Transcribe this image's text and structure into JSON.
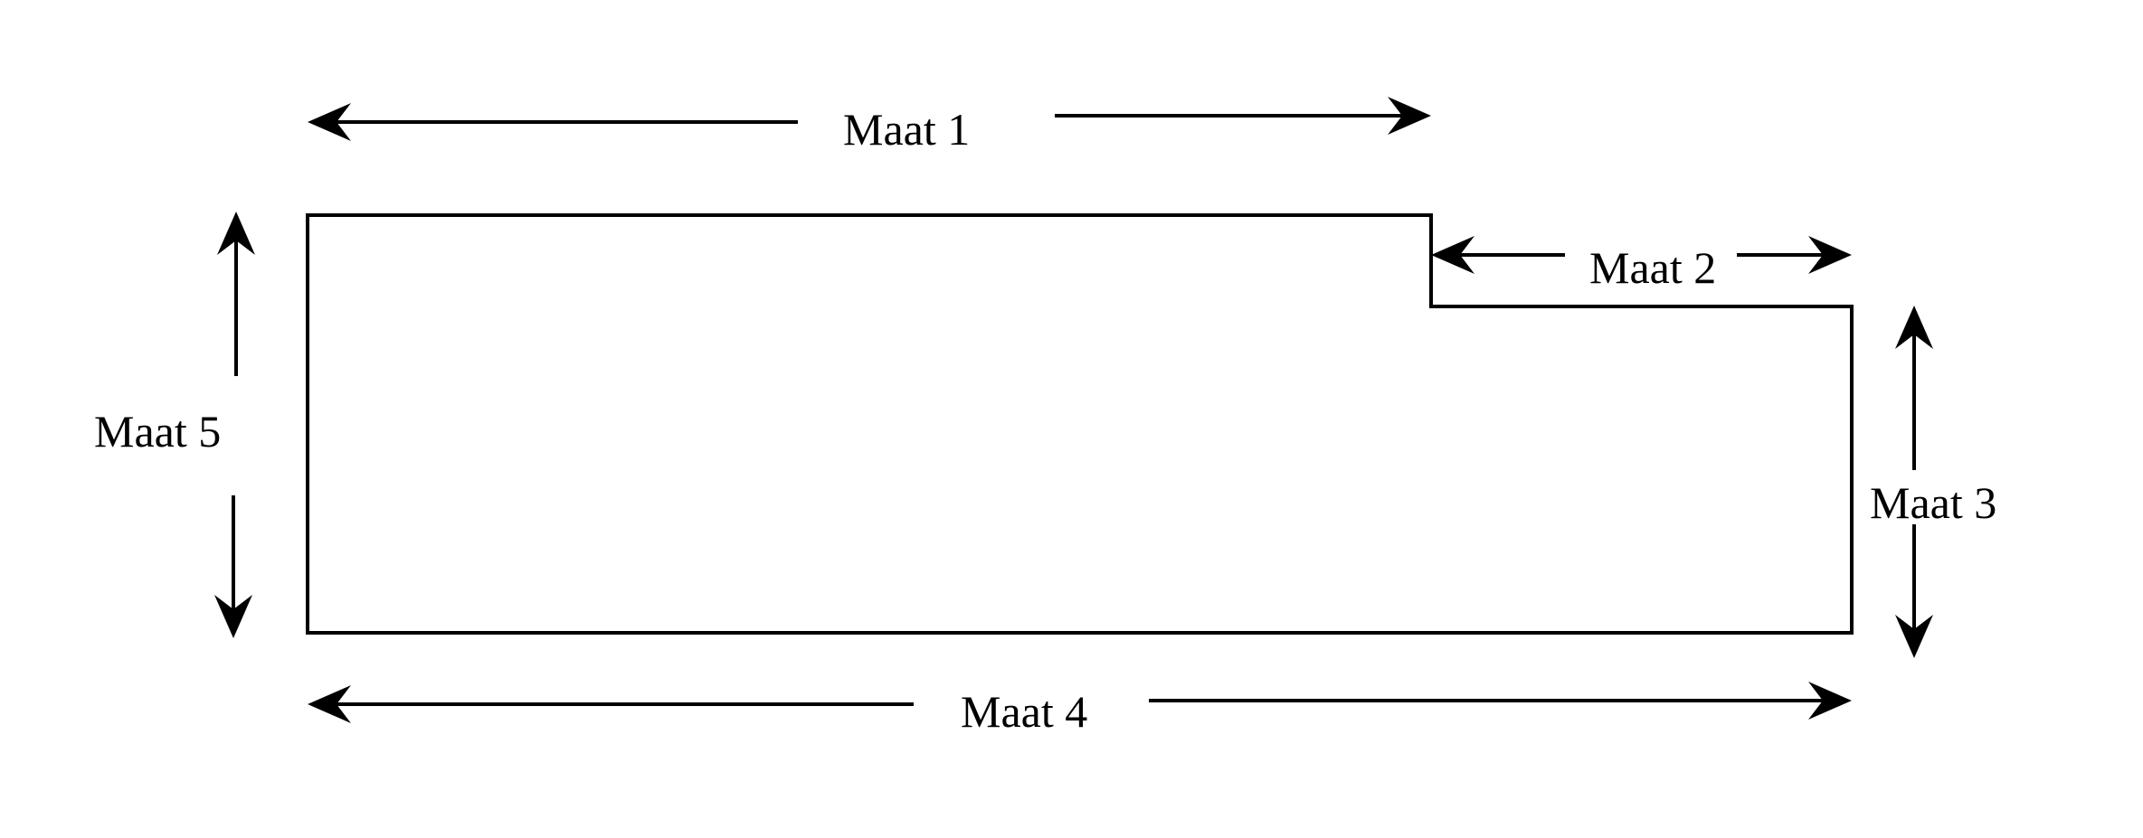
{
  "diagram": {
    "labels": {
      "maat1": "Maat 1",
      "maat2": "Maat 2",
      "maat3": "Maat 3",
      "maat4": "Maat 4",
      "maat5": "Maat 5"
    },
    "colors": {
      "stroke": "#000000",
      "background": "#ffffff"
    }
  }
}
